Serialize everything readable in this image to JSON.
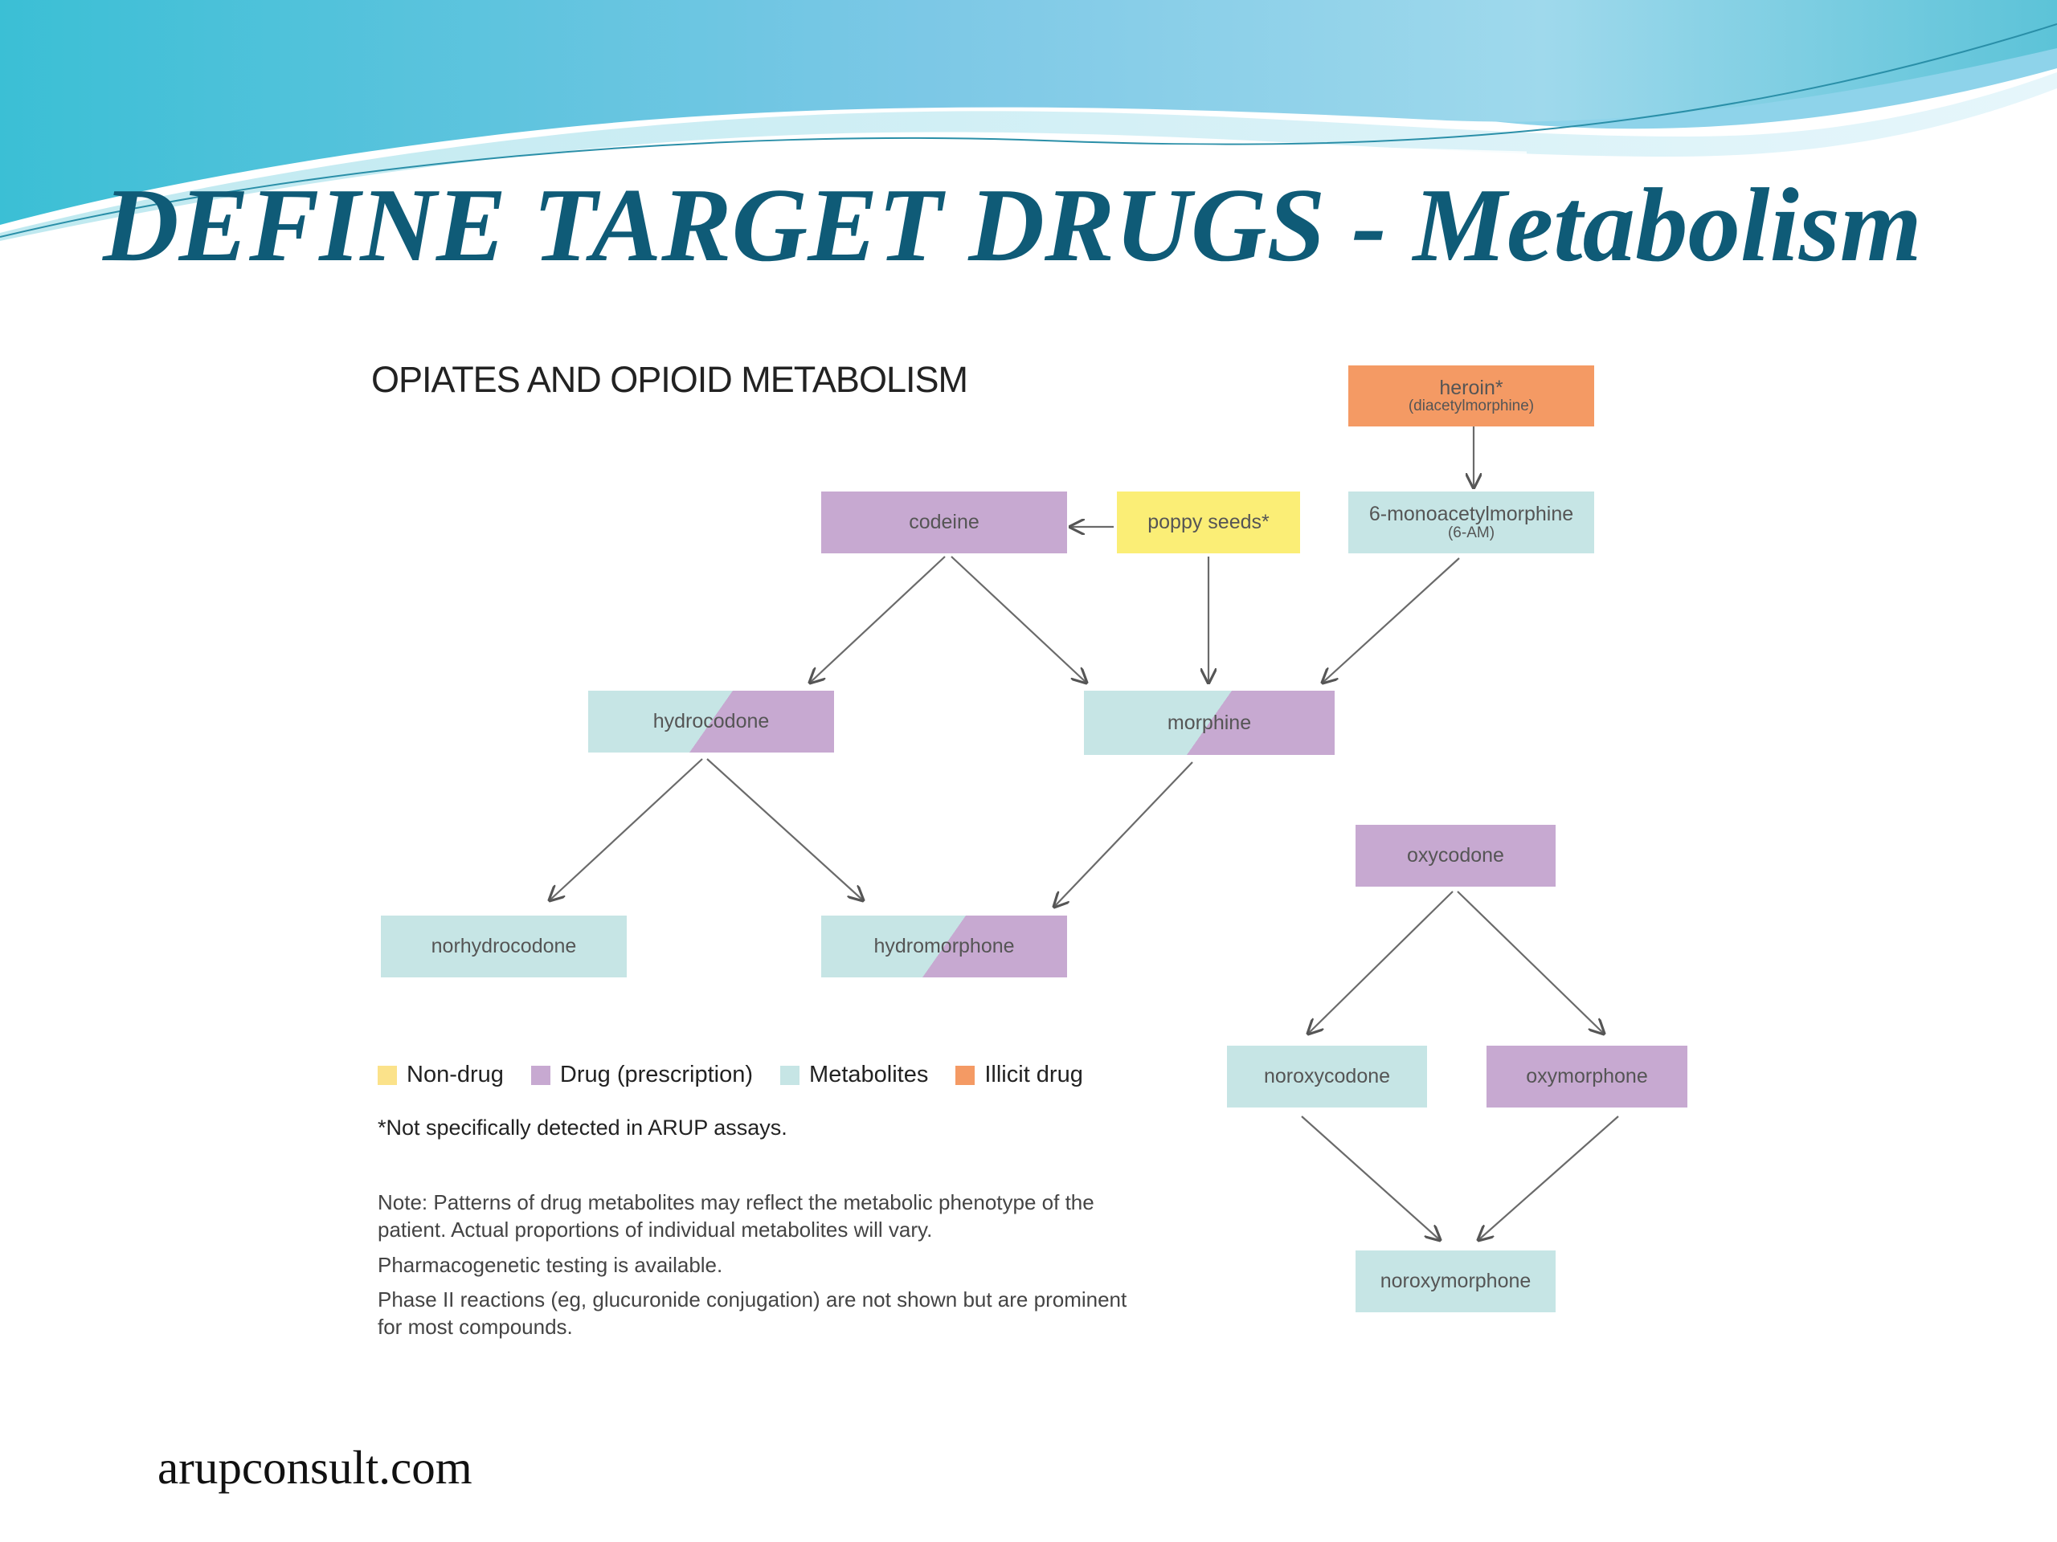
{
  "slide": {
    "title": "DEFINE TARGET DRUGS - Metabolism",
    "footer": "arupconsult.com"
  },
  "figure": {
    "title": "OPIATES AND OPIOID METABOLISM",
    "nodes": {
      "heroin": {
        "label": "heroin*",
        "sub": "(diacetylmorphine)",
        "category": "illicit"
      },
      "codeine": {
        "label": "codeine",
        "category": "drug"
      },
      "poppy_seeds": {
        "label": "poppy seeds*",
        "category": "nondrug"
      },
      "monoacetylmorphine": {
        "label": "6-monoacetylmorphine",
        "sub": "(6-AM)",
        "category": "metabolite"
      },
      "hydrocodone": {
        "label": "hydrocodone",
        "category": "drug+metabolite"
      },
      "morphine": {
        "label": "morphine",
        "category": "drug+metabolite"
      },
      "oxycodone": {
        "label": "oxycodone",
        "category": "drug"
      },
      "norhydrocodone": {
        "label": "norhydrocodone",
        "category": "metabolite"
      },
      "hydromorphone": {
        "label": "hydromorphone",
        "category": "drug+metabolite"
      },
      "noroxycodone": {
        "label": "noroxycodone",
        "category": "metabolite"
      },
      "oxymorphone": {
        "label": "oxymorphone",
        "category": "drug"
      },
      "noroxymorphone": {
        "label": "noroxymorphone",
        "category": "metabolite"
      }
    },
    "edges": [
      [
        "heroin",
        "monoacetylmorphine"
      ],
      [
        "poppy_seeds",
        "codeine"
      ],
      [
        "poppy_seeds",
        "morphine"
      ],
      [
        "codeine",
        "hydrocodone"
      ],
      [
        "codeine",
        "morphine"
      ],
      [
        "monoacetylmorphine",
        "morphine"
      ],
      [
        "hydrocodone",
        "norhydrocodone"
      ],
      [
        "hydrocodone",
        "hydromorphone"
      ],
      [
        "morphine",
        "hydromorphone"
      ],
      [
        "oxycodone",
        "noroxycodone"
      ],
      [
        "oxycodone",
        "oxymorphone"
      ],
      [
        "noroxycodone",
        "noroxymorphone"
      ],
      [
        "oxymorphone",
        "noroxymorphone"
      ]
    ],
    "legend": [
      {
        "label": "Non-drug",
        "color": "#fbe28a"
      },
      {
        "label": "Drug (prescription)",
        "color": "#c7a9d1"
      },
      {
        "label": "Metabolites",
        "color": "#c6e5e5"
      },
      {
        "label": "Illicit drug",
        "color": "#f49a64"
      }
    ],
    "footnote": "*Not specifically detected in ARUP assays.",
    "notes": [
      "Note: Patterns of drug metabolites may reflect the metabolic phenotype of the patient. Actual proportions of individual metabolites will vary.",
      "Pharmacogenetic testing is available.",
      "Phase II reactions (eg, glucuronide conjugation) are not shown but are prominent for most compounds."
    ]
  }
}
